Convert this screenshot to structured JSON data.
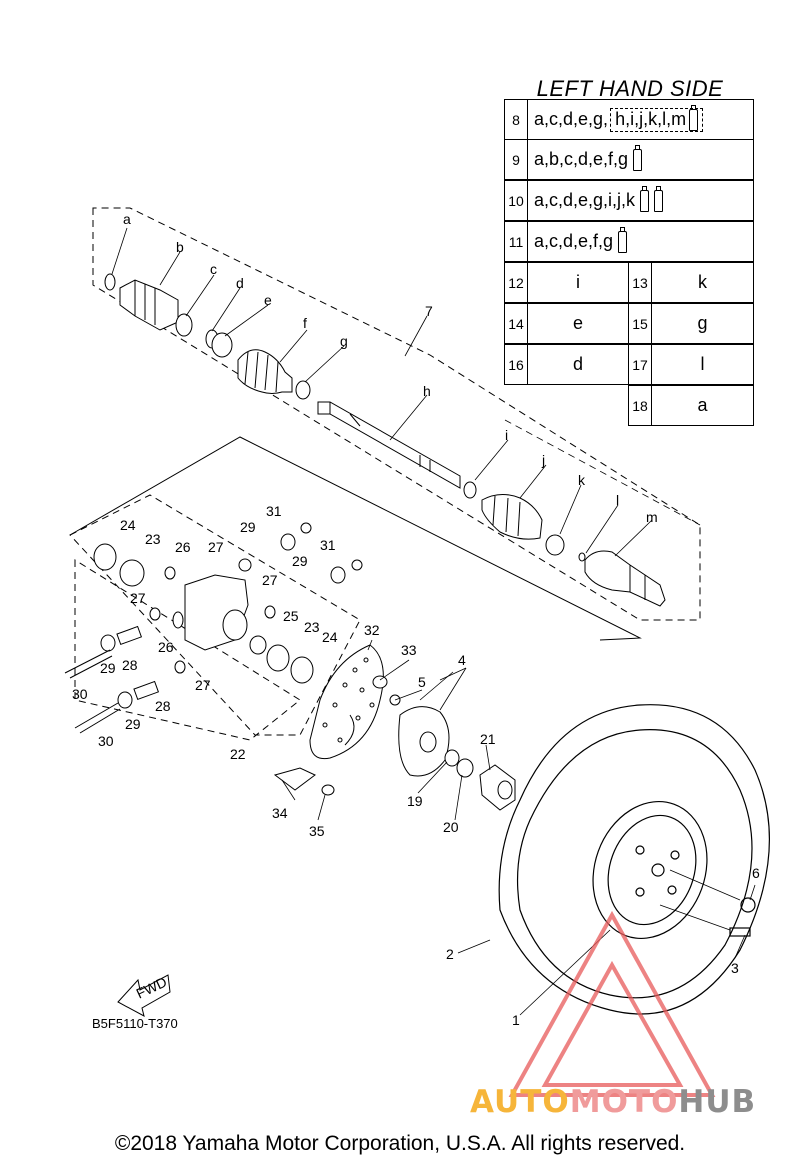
{
  "table": {
    "title": "LEFT HAND SIDE",
    "rows_full": [
      {
        "num": "8",
        "letters": "a,c,d,e,g,",
        "dashed": "h,i,j,k,l,m",
        "tubes": 1
      },
      {
        "num": "9",
        "letters": "a,b,c,d,e,f,g",
        "dashed": "",
        "tubes": 1
      },
      {
        "num": "10",
        "letters": "a,c,d,e,g,i,j,k",
        "dashed": "",
        "tubes": 2
      },
      {
        "num": "11",
        "letters": "a,c,d,e,f,g",
        "dashed": "",
        "tubes": 1
      }
    ],
    "rows_half": [
      {
        "left_num": "12",
        "left_val": "i",
        "right_num": "13",
        "right_val": "k"
      },
      {
        "left_num": "14",
        "left_val": "e",
        "right_num": "15",
        "right_val": "g"
      },
      {
        "left_num": "16",
        "left_val": "d",
        "right_num": "17",
        "right_val": "l"
      },
      {
        "left_num": "",
        "left_val": "",
        "right_num": "18",
        "right_val": "a"
      }
    ]
  },
  "callouts": {
    "a": "a",
    "b": "b",
    "c": "c",
    "d": "d",
    "e": "e",
    "f": "f",
    "g": "g",
    "h": "h",
    "i": "i",
    "j": "j",
    "k": "k",
    "l": "l",
    "m": "m",
    "n1": "1",
    "n2": "2",
    "n3": "3",
    "n4": "4",
    "n5": "5",
    "n6": "6",
    "n7": "7",
    "n19": "19",
    "n20": "20",
    "n21": "21",
    "n22": "22",
    "n23a": "23",
    "n23b": "23",
    "n24a": "24",
    "n24b": "24",
    "n25": "25",
    "n26a": "26",
    "n26b": "26",
    "n27a": "27",
    "n27b": "27",
    "n27c": "27",
    "n27d": "27",
    "n28a": "28",
    "n28b": "28",
    "n29a": "29",
    "n29b": "29",
    "n29c": "29",
    "n29d": "29",
    "n30a": "30",
    "n30b": "30",
    "n31a": "31",
    "n31b": "31",
    "n32": "32",
    "n33": "33",
    "n34": "34",
    "n35": "35"
  },
  "fwd_label": "FWD",
  "diagram_code": "B5F5110-T370",
  "copyright": "©2018 Yamaha Motor Corporation, U.S.A. All rights reserved.",
  "watermark": {
    "part1": "AUTO",
    "part2": "MOTO",
    "part3": "HUB"
  },
  "colors": {
    "watermark_orange": "#f6b53a",
    "watermark_pink": "#f09b9b",
    "watermark_gray": "#8d8d8d",
    "watermark_triangle": "#e85a5a"
  }
}
